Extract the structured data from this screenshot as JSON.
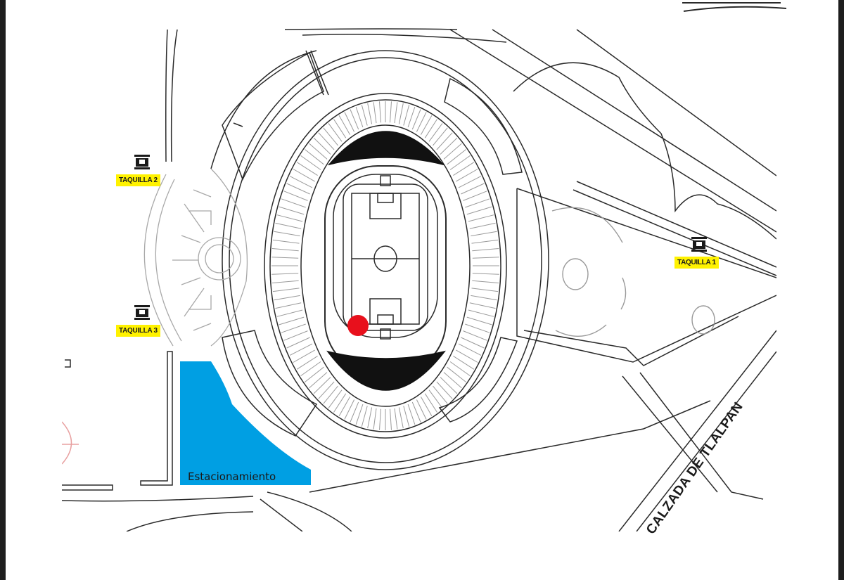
{
  "map": {
    "tickets": [
      {
        "id": "taquilla-2",
        "label": "TAQUILLA 2"
      },
      {
        "id": "taquilla-3",
        "label": "TAQUILLA 3"
      },
      {
        "id": "taquilla-1",
        "label": "TAQUILLA 1"
      }
    ],
    "parking_label": "Estacionamiento",
    "road_label": "CALZADA DE TLALPAN",
    "colors": {
      "parking": "#009fe3",
      "marker": "#e8101c",
      "ticket_highlight": "#fff200",
      "lines": "#2a2a2a"
    },
    "icons": [
      "ticket-booth-icon",
      "location-marker-icon"
    ]
  }
}
